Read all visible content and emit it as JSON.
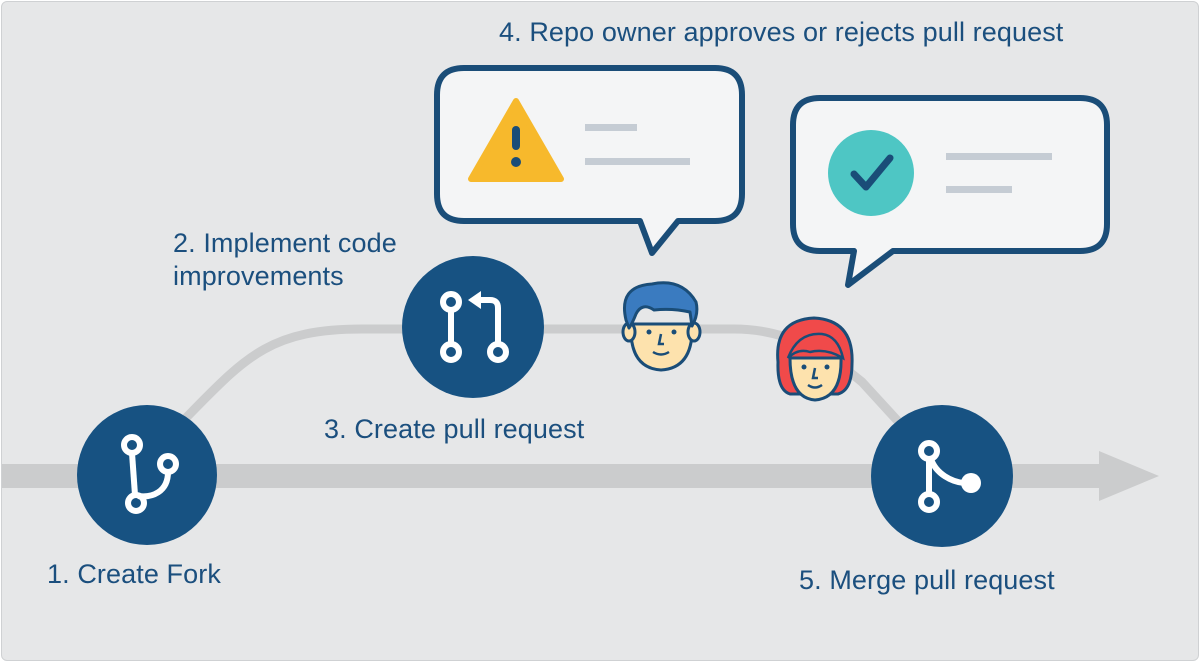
{
  "steps": {
    "create_fork": "1. Create Fork",
    "implement_line1": "2. Implement code",
    "implement_line2": "improvements",
    "create_pr": "3. Create pull request",
    "review": "4. Repo owner approves or rejects pull request",
    "merge": "5. Merge pull request"
  },
  "icons": {
    "fork": "git-fork-icon",
    "pull_request": "git-pull-request-icon",
    "merge": "git-merge-icon",
    "warning": "warning-icon",
    "approved": "check-icon",
    "reviewer_male": "reviewer-avatar-male",
    "reviewer_female": "reviewer-avatar-female"
  },
  "colors": {
    "background": "#e6e7e8",
    "node_fill": "#175282",
    "text": "#1b4f7e",
    "path_gray": "#cbcccd",
    "bubble_border": "#1a4d78",
    "warning": "#f7b92c",
    "approve": "#4ec6c4"
  }
}
